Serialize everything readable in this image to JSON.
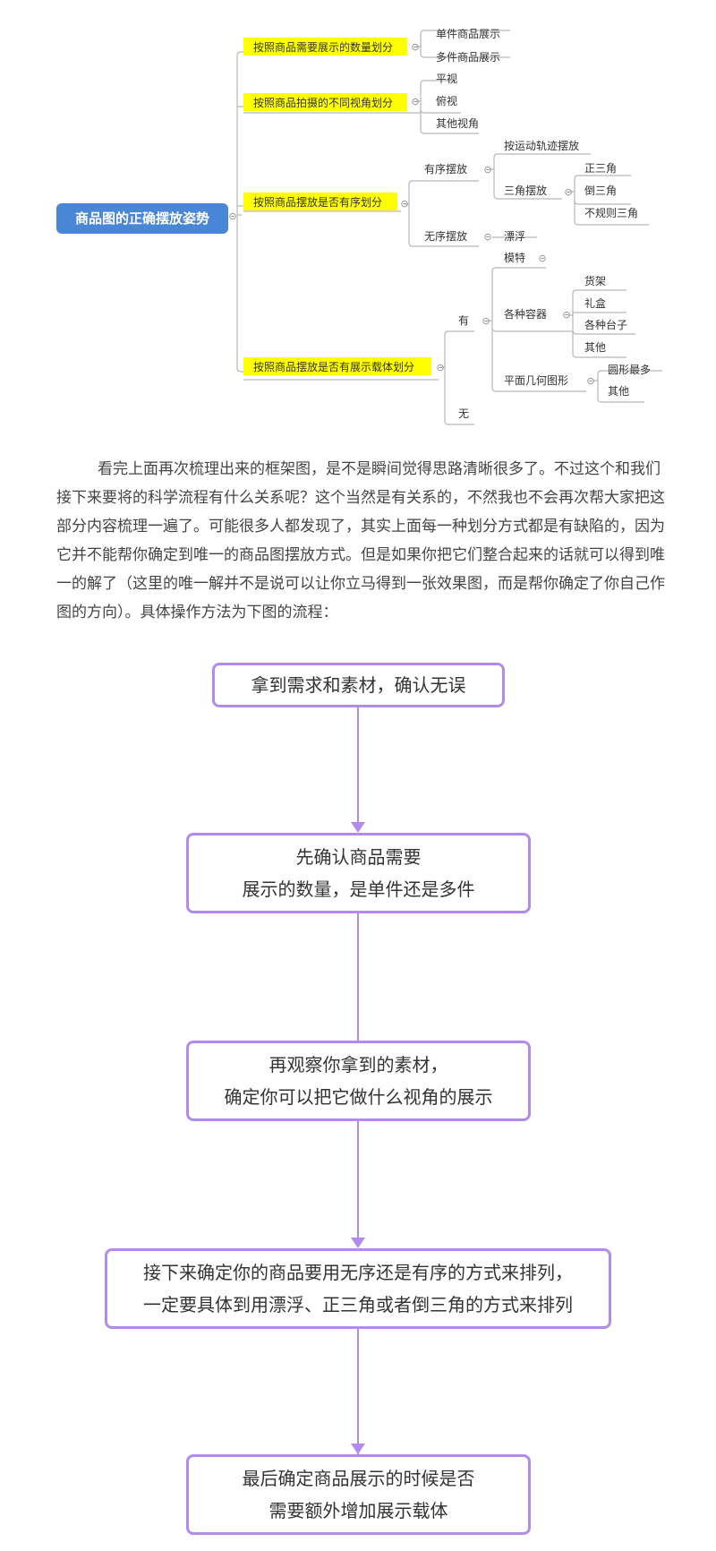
{
  "mindmap": {
    "root": "商品图的正确摆放姿势",
    "categories": [
      "按照商品需要展示的数量划分",
      "按照商品拍摄的不同视角划分",
      "按照商品摆放是否有序划分",
      "按照商品摆放是否有展示载体划分"
    ],
    "leaves": {
      "single": "单件商品展示",
      "multi": "多件商品展示",
      "flat": "平视",
      "top": "俯视",
      "other_view": "其他视角",
      "ordered": "有序摆放",
      "motion": "按运动轨迹摆放",
      "triangle": "三角摆放",
      "upright_tri": "正三角",
      "inverted_tri": "倒三角",
      "irregular_tri": "不规则三角",
      "unordered": "无序摆放",
      "float": "漂浮",
      "has": "有",
      "model": "模特",
      "containers": "各种容器",
      "shelf": "货架",
      "giftbox": "礼盒",
      "stands": "各种台子",
      "other1": "其他",
      "geometry": "平面几何图形",
      "circle_most": "圆形最多",
      "other2": "其他",
      "none": "无"
    },
    "collapse_symbol": "⊝"
  },
  "paragraph": "看完上面再次梳理出来的框架图，是不是瞬间觉得思路清晰很多了。不过这个和我们接下来要将的科学流程有什么关系呢？这个当然是有关系的，不然我也不会再次帮大家把这部分内容梳理一遍了。可能很多人都发现了，其实上面每一种划分方式都是有缺陷的，因为它并不能帮你确定到唯一的商品图摆放方式。但是如果你把它们整合起来的话就可以得到唯一的解了（这里的唯一解并不是说可以让你立马得到一张效果图，而是帮你确定了你自己作图的方向）。具体操作方法为下图的流程：",
  "flow": [
    {
      "line1": "拿到需求和素材，确认无误",
      "line2": ""
    },
    {
      "line1": "先确认商品需要",
      "line2": "展示的数量，是单件还是多件"
    },
    {
      "line1": "再观察你拿到的素材，",
      "line2": "确定你可以把它做什么视角的展示"
    },
    {
      "line1": "接下来确定你的商品要用无序还是有序的方式来排列，",
      "line2": "一定要具体到用漂浮、正三角或者倒三角的方式来排列"
    },
    {
      "line1": "最后确定商品展示的时候是否",
      "line2": "需要额外增加展示载体"
    }
  ],
  "colors": {
    "root_fill": "#4a86d8",
    "category_highlight": "#ffff00",
    "connector": "#b3b3b3",
    "flow_border": "#b28bf0"
  }
}
